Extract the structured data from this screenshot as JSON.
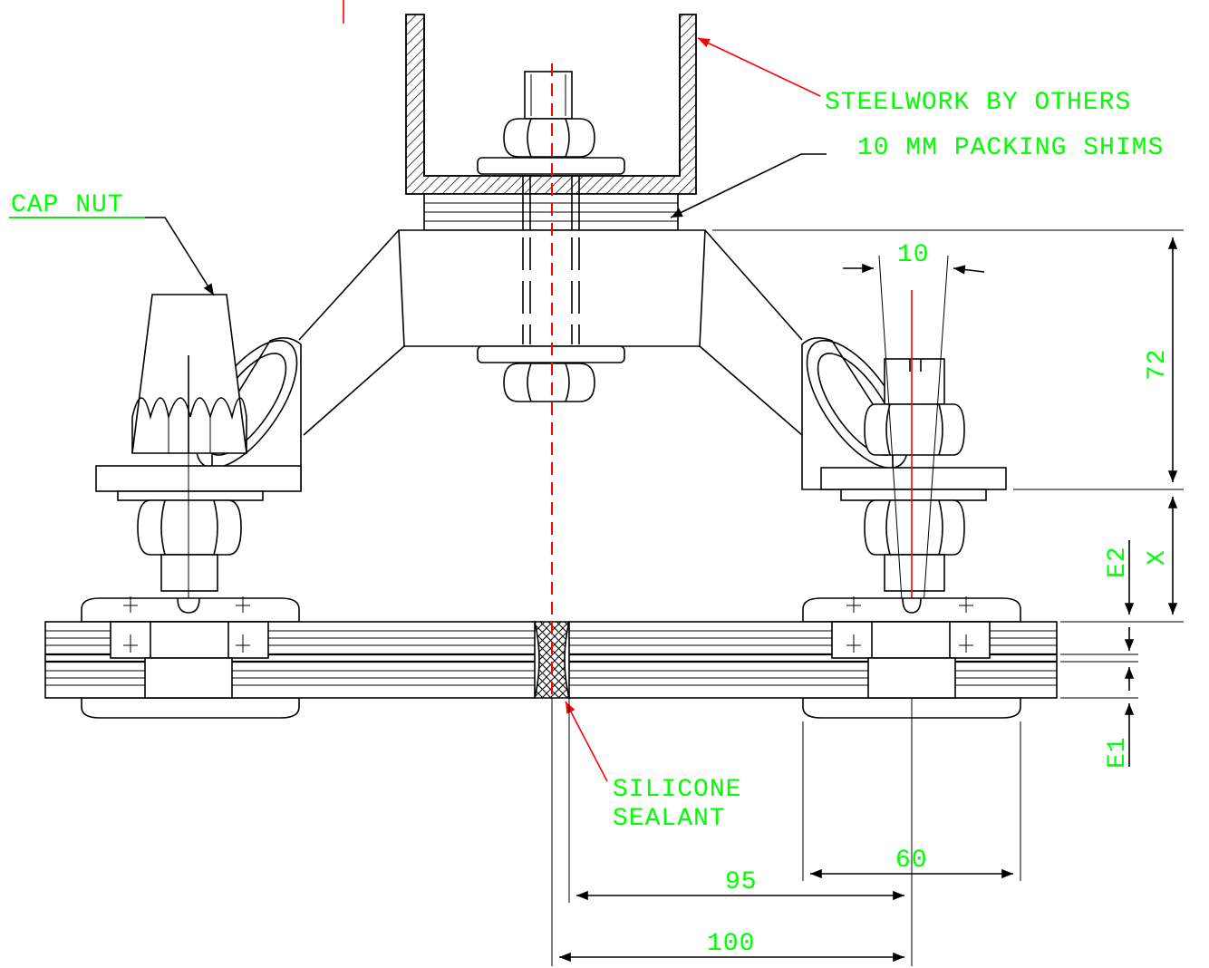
{
  "labels": {
    "steelwork": "STEELWORK BY OTHERS",
    "packing": "10 MM PACKING SHIMS",
    "cap_nut": "CAP NUT",
    "silicone_line1": "SILICONE",
    "silicone_line2": "SEALANT"
  },
  "dimensions": {
    "angle": "10",
    "height": "72",
    "x": "X",
    "e2": "E2",
    "e1": "E1",
    "d60": "60",
    "d95": "95",
    "d100": "100"
  },
  "colors": {
    "annotation": "#00ff00",
    "leader": "#ff0000",
    "linework": "#000000"
  }
}
